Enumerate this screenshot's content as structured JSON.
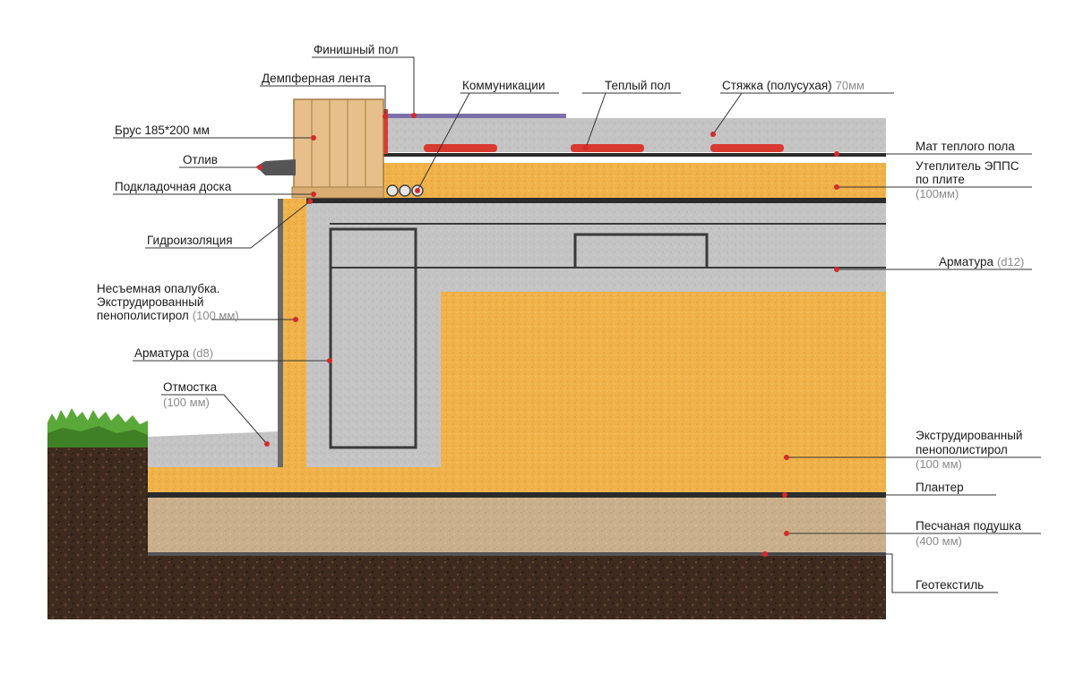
{
  "labels": {
    "finish_floor": "Финишный пол",
    "damper_tape": "Демпферная лента",
    "communications": "Коммуникации",
    "warm_floor": "Теплый пол",
    "screed": "Стяжка (полусухая)",
    "screed_size": "70мм",
    "beam": "Брус 185*200 мм",
    "drip": "Отлив",
    "sill_board": "Подкладочная доска",
    "waterproofing": "Гидроизоляция",
    "formwork_line1": "Несъемная опалубка.",
    "formwork_line2": "Экструдированный",
    "formwork_line3": "пенополистирол",
    "formwork_size": "(100 мм)",
    "rebar_d8": "Арматура",
    "rebar_d8_size": "(d8)",
    "blind_area": "Отмостка",
    "blind_area_size": "(100 мм)",
    "heat_mat": "Мат теплого пола",
    "epps_line1": "Утеплитель ЭППС",
    "epps_line2": "по плите",
    "epps_size": "(100мм)",
    "rebar_d12": "Арматура",
    "rebar_d12_size": "(d12)",
    "xps_line1": "Экструдированный",
    "xps_line2": "пенополистирол",
    "xps_size": "(100 мм)",
    "planter": "Плантер",
    "sand_line1": "Песчаная подушка",
    "sand_size": "(400 мм)",
    "geotextile": "Геотекстиль"
  },
  "colors": {
    "insulation": "#f0b24a",
    "concrete": "#c4c4c4",
    "sand": "#c9b08a",
    "soil": "#3e2a1e",
    "grass": "#5aa83a",
    "wood": "#e6bf8a",
    "finish_floor": "#7a6fa8",
    "heating_pipe": "#d93a2f",
    "leader_dot": "#d42a2a"
  }
}
